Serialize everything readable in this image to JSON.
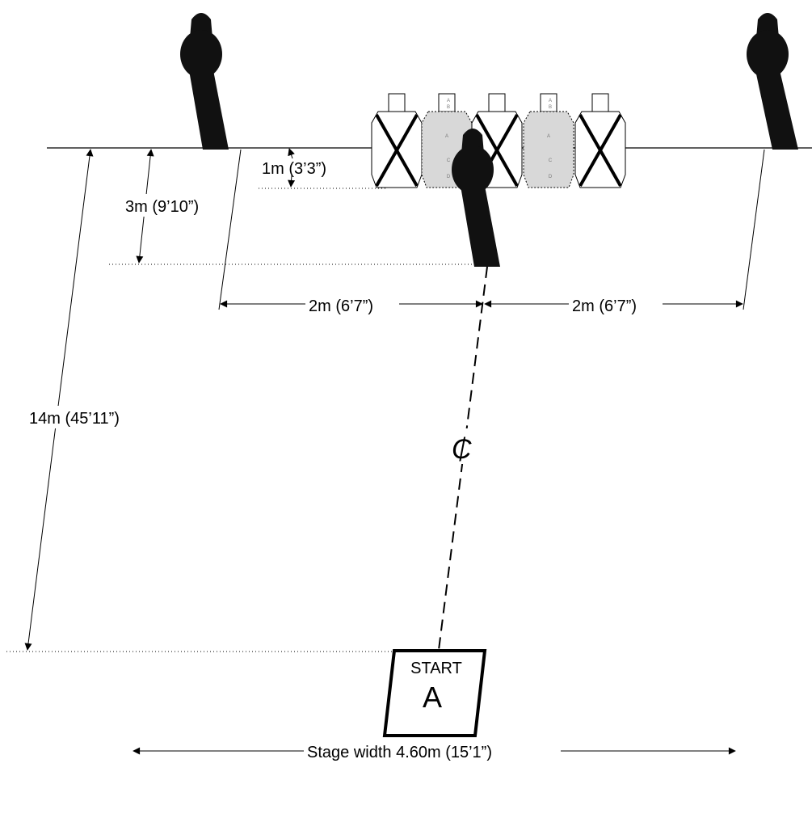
{
  "dimensions": {
    "d1": "1m (3’3”)",
    "d3": "3m (9’10”)",
    "d14": "14m (45’11”)",
    "left_2m": "2m (6’7”)",
    "right_2m": "2m (6’7”)",
    "stage_width": "Stage width 4.60m (15’1”)"
  },
  "centerline_symbol": "₵",
  "start_box": {
    "label": "START",
    "letter": "A"
  },
  "target_zone_letters": [
    "A",
    "B",
    "A",
    "C",
    "D"
  ],
  "colors": {
    "ink": "#000000",
    "popper": "#111111",
    "target_shade": "#d8d8d8",
    "background": "#ffffff"
  },
  "icons": [
    "popper-icon",
    "cardboard-target-icon",
    "no-shoot-x-icon"
  ]
}
